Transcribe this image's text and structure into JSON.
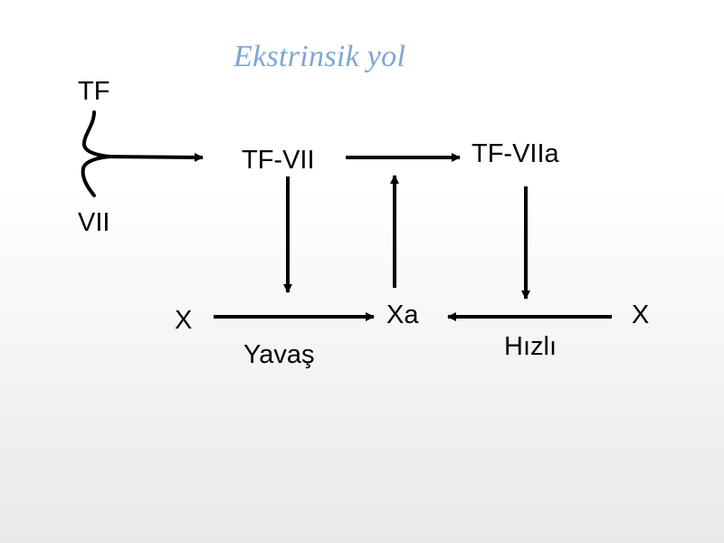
{
  "title": "Ekstrinsik yol",
  "nodes": {
    "tf": "TF",
    "vii": "VII",
    "tf_vii": "TF-VII",
    "tf_viia": "TF-VIIa",
    "x_left": "X",
    "xa": "Xa",
    "x_right": "X"
  },
  "edge_labels": {
    "slow": "Yavaş",
    "fast": "Hızlı"
  },
  "colors": {
    "title": "#7ea6d6",
    "text": "#000000",
    "arrow": "#000000"
  }
}
